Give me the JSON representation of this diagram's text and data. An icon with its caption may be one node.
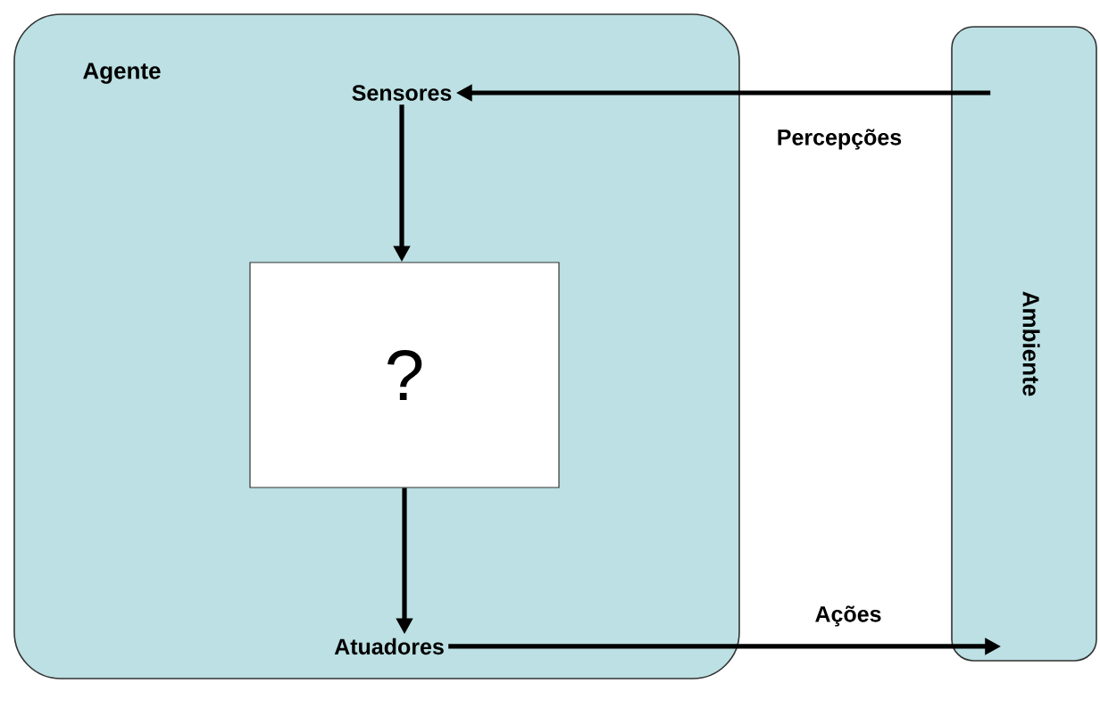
{
  "diagram": {
    "nodes": [
      {
        "text": [
          "Agente"
        ]
      },
      {
        "text": [
          "Sensores"
        ],
        "in": 0
      },
      {
        "text": [
          "?"
        ],
        "in": 0
      },
      {
        "text": [
          "Atuadores"
        ],
        "in": 0
      },
      {
        "text": [
          "Ambiente"
        ]
      }
    ],
    "edges": [
      {
        "from": 4,
        "to": 1,
        "arrow": "to",
        "label": "Percepções"
      },
      {
        "from": 1,
        "to": 2,
        "arrow": "to"
      },
      {
        "from": 2,
        "to": 3,
        "arrow": "to"
      },
      {
        "from": 3,
        "to": 4,
        "arrow": "to",
        "label": "Ações"
      }
    ]
  }
}
